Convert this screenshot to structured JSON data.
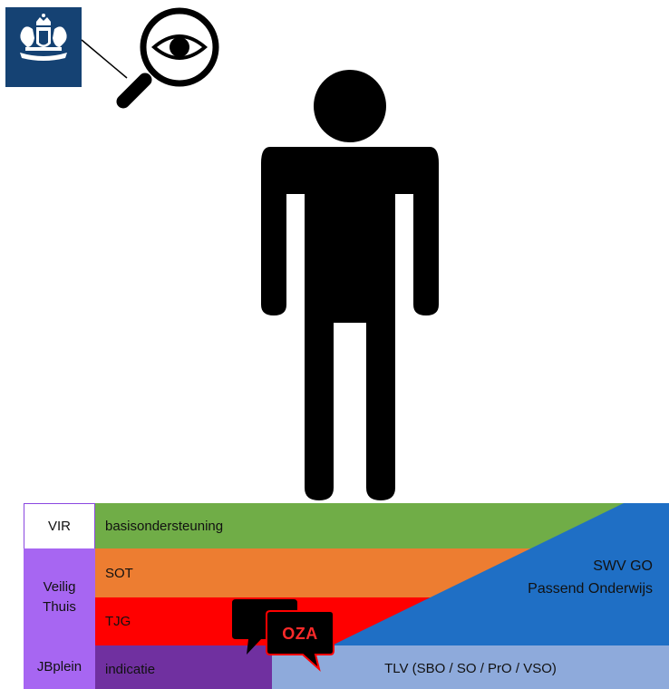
{
  "diagram": {
    "left_column": {
      "vir": "VIR",
      "veilig_line1": "Veilig",
      "veilig_line2": "Thuis",
      "jbplein": "JBplein"
    },
    "bands": {
      "basis": "basisondersteuning",
      "sot": "SOT",
      "tjg": "TJG",
      "indicatie": "indicatie"
    },
    "swv_line1": "SWV GO",
    "swv_line2": "Passend Onderwijs",
    "tlv": "TLV (SBO / SO / PrO / VSO)",
    "oza": "OZA",
    "colors": {
      "green": "#70ad47",
      "orange": "#ed7d31",
      "red": "#ff0000",
      "purple": "#7030a0",
      "light_purple": "#a766f2",
      "blue": "#1f6fc5",
      "light_blue": "#8eaadb",
      "logo_blue": "#154273"
    }
  }
}
